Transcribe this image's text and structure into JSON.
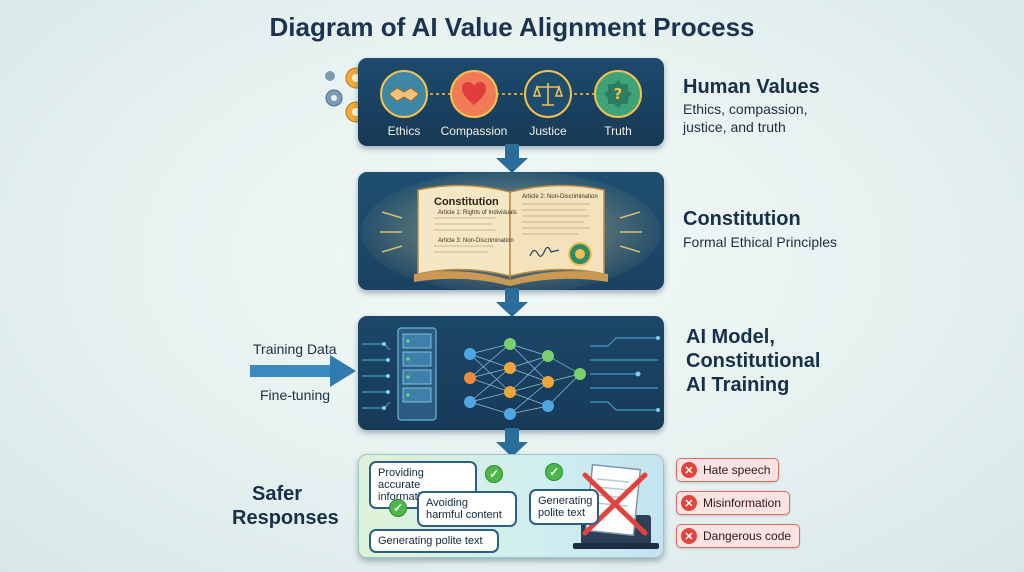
{
  "title": "Diagram of AI Value Alignment Process",
  "human_values": {
    "heading": "Human Values",
    "subtitle_lines": [
      "Ethics, compassion,",
      "justice, and truth"
    ],
    "items": [
      {
        "label": "Ethics",
        "icon": "handshake-icon"
      },
      {
        "label": "Compassion",
        "icon": "heart-icon"
      },
      {
        "label": "Justice",
        "icon": "scales-icon"
      },
      {
        "label": "Truth",
        "icon": "question-badge-icon"
      }
    ]
  },
  "constitution": {
    "heading": "Constitution",
    "subtitle": "Formal Ethical Principles",
    "book": {
      "left_title": "Constitution",
      "left_article_1": "Article 1: Rights of Individuals",
      "left_article_3": "Article 3: Non-Discrimination",
      "right_article_2": "Article 2: Non-Discrimination"
    }
  },
  "model": {
    "heading_lines": [
      "AI Model,",
      "Constitutional",
      "AI Training"
    ],
    "inputs": [
      "Training Data",
      "Fine-tuning"
    ]
  },
  "responses": {
    "heading_lines": [
      "Safer",
      "Responses"
    ],
    "bubbles": {
      "accurate": [
        "Providing accurate",
        "information"
      ],
      "harmful": [
        "Avoiding",
        "harmful content"
      ],
      "polite_a": [
        "Generating",
        "polite text"
      ],
      "polite_b": "Generating polite text"
    },
    "rejected": [
      "Hate speech",
      "Misinformation",
      "Dangerous code"
    ]
  },
  "colors": {
    "panel": "#1d4a6c",
    "accent_gold": "#f2c14e",
    "arrow": "#2a6d9a",
    "check_green": "#4db84a",
    "reject_red": "#e3433b"
  }
}
